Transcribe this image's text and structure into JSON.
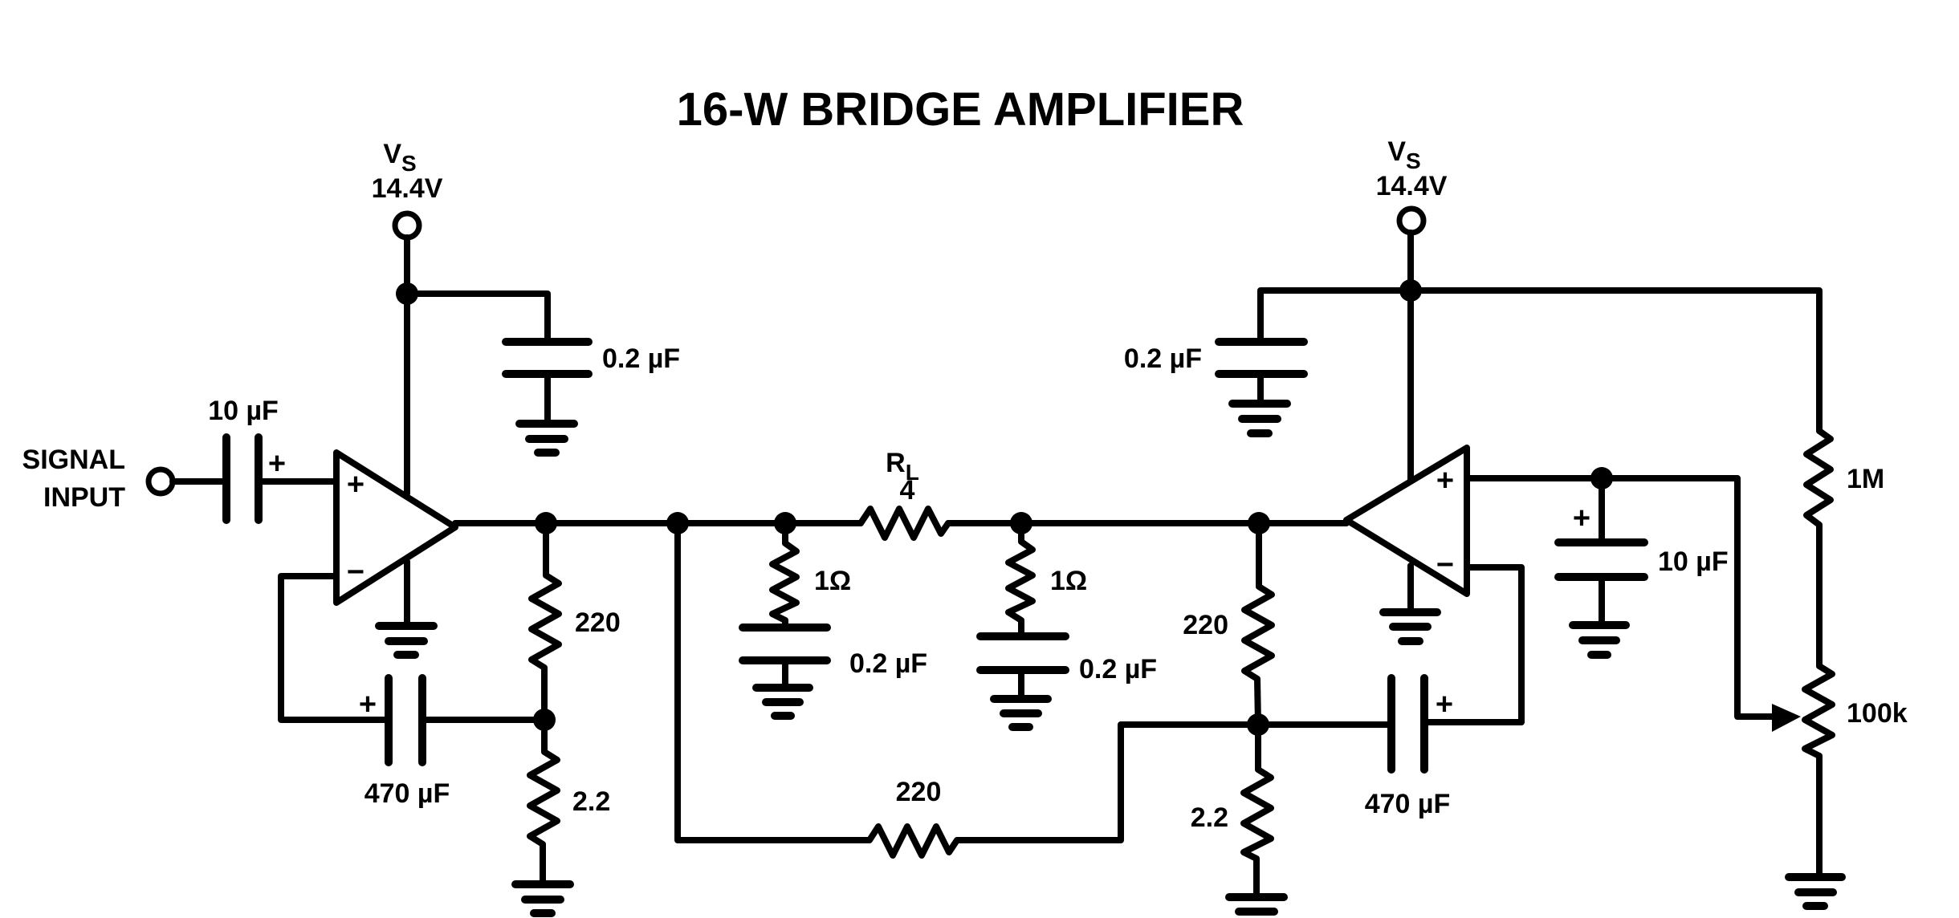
{
  "title": "16-W BRIDGE AMPLIFIER",
  "signal_input": {
    "line1": "SIGNAL",
    "line2": "INPUT"
  },
  "supplies": [
    {
      "name": "V",
      "subscript": "S",
      "voltage": "14.4V"
    },
    {
      "name": "V",
      "subscript": "S",
      "voltage": "14.4V"
    }
  ],
  "components": {
    "c_in": {
      "label": "10 µF",
      "polarity": "+"
    },
    "c_bypass_left": {
      "label": "0.2 µF"
    },
    "c_bypass_right": {
      "label": "0.2 µF"
    },
    "c_fb_left": {
      "label": "470 µF",
      "polarity": "+"
    },
    "c_fb_right": {
      "label": "470 µF",
      "polarity": "+"
    },
    "r_fb_left": {
      "label": "220"
    },
    "r_gnd_left": {
      "label": "2.2"
    },
    "r_fb_right": {
      "label": "220"
    },
    "r_gnd_right": {
      "label": "2.2"
    },
    "r_cross": {
      "label": "220"
    },
    "r_load": {
      "label": "R",
      "subscript": "L",
      "value": "4"
    },
    "r_zobel_left": {
      "label": "1Ω"
    },
    "c_zobel_left": {
      "label": "0.2 µF"
    },
    "r_zobel_right": {
      "label": "1Ω"
    },
    "c_zobel_right": {
      "label": "0.2 µF"
    },
    "c_bias": {
      "label": "10 µF",
      "polarity": "+"
    },
    "r_bias": {
      "label": "1M"
    },
    "pot_bias": {
      "label": "100k"
    }
  },
  "opamps": [
    {
      "name": "left-amplifier",
      "plus": "+",
      "minus": "−"
    },
    {
      "name": "right-amplifier",
      "plus": "+",
      "minus": "−"
    }
  ]
}
